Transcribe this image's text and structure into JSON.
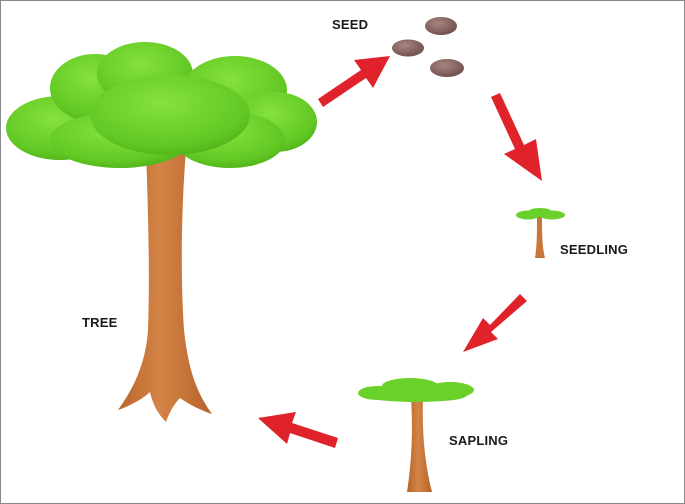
{
  "labels": {
    "seed": "SEED",
    "seedling": "SEEDLING",
    "tree": "TREE",
    "sapling": "SAPLING"
  },
  "colors": {
    "foliage": "#6ad12a",
    "foliage_dark": "#4fae16",
    "trunk": "#c8763a",
    "trunk_dark": "#a85a26",
    "seed": "#8e6a65",
    "arrow": "#e0232a",
    "border": "#8a8a8a"
  }
}
